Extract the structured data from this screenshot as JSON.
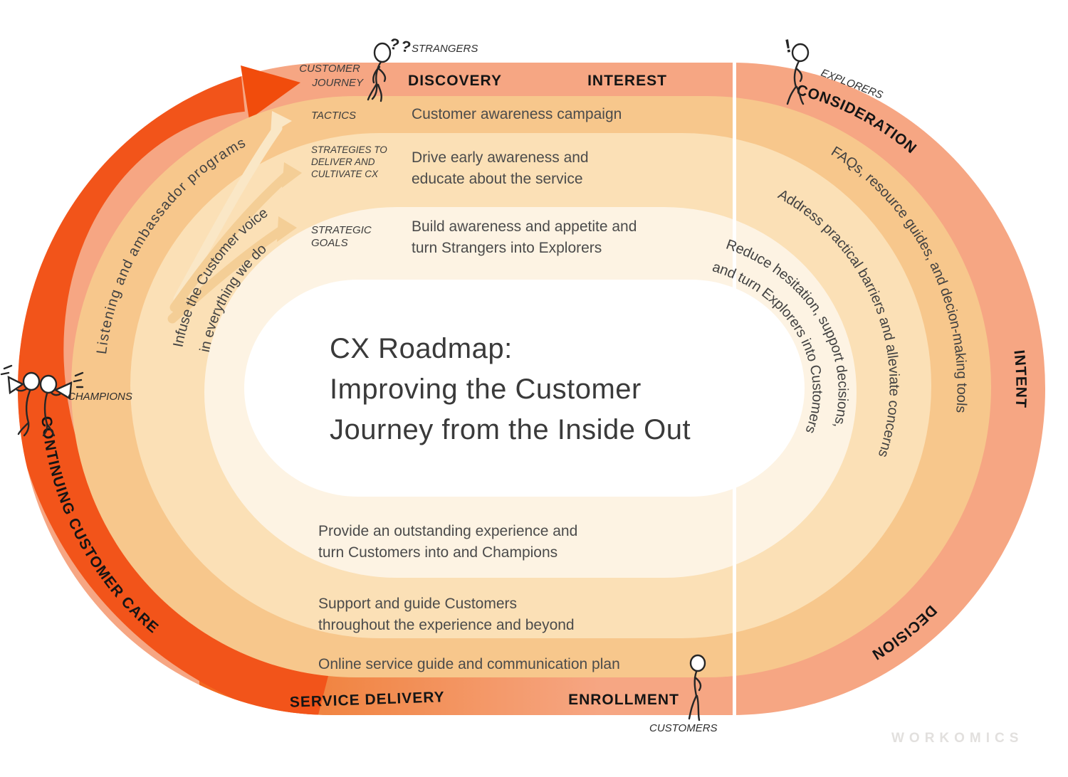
{
  "title": {
    "lines": [
      "CX Roadmap:",
      "Improving the Customer",
      "Journey from the Inside Out"
    ]
  },
  "axis": {
    "customer_journey": [
      "CUSTOMER",
      "JOURNEY"
    ],
    "tactics": "TACTICS",
    "strategies": [
      "STRATEGIES TO",
      "DELIVER AND",
      "CULTIVATE CX"
    ],
    "strategic_goals": [
      "STRATEGIC",
      "GOALS"
    ]
  },
  "stages": {
    "discovery": "DISCOVERY",
    "interest": "INTEREST",
    "consideration": "CONSIDERATION",
    "intent": "INTENT",
    "decision": "DECISION",
    "enrollment": "ENROLLMENT",
    "service_delivery": "SERVICE DELIVERY",
    "continuing_care": "CONTINUING CUSTOMER CARE"
  },
  "personas": {
    "strangers": {
      "label": "STRANGERS",
      "marks": "??"
    },
    "explorers": {
      "label": "EXPLORERS",
      "marks": "!"
    },
    "customers": {
      "label": "CUSTOMERS"
    },
    "champions": {
      "label": "CHAMPIONS"
    }
  },
  "discovery_interest": {
    "tactic": "Customer awareness campaign",
    "strategy": [
      "Drive early awareness and",
      "educate about the service"
    ],
    "goal": [
      "Build awareness and appetite and",
      "turn Strangers into Explorers"
    ]
  },
  "consideration_intent": {
    "tactic": "FAQs, resource guides, and decion-making tools",
    "strategy": "Address practical barriers and alleviate concerns",
    "goal": [
      "Reduce hesitation, support decisions,",
      "and turn Explorers into Customers"
    ]
  },
  "enrollment_service": {
    "tactic": "Online service guide and communication plan",
    "strategy": [
      "Support and guide Customers",
      "throughout the experience and beyond"
    ],
    "goal": [
      "Provide an outstanding experience and",
      "turn Customers into and Champions"
    ]
  },
  "continuing_care_ring": {
    "tactic": "Listening and ambassador programs",
    "strategy": [
      "Infuse the Customer voice",
      "in everything we do"
    ]
  },
  "logo": "WORKOMICS",
  "colors": {
    "ring_journey": "#F6A683",
    "ring_tactics": "#F7C78C",
    "ring_strategies": "#FBE0B6",
    "ring_goals": "#FDF3E3",
    "loop_orange": "#F2541A",
    "arrowhead_orange": "#F14C0C",
    "bottom_orange": "#F0813B",
    "branch_arrow_light": "#FAE7C6",
    "branch_arrow": "#F4CE96"
  }
}
